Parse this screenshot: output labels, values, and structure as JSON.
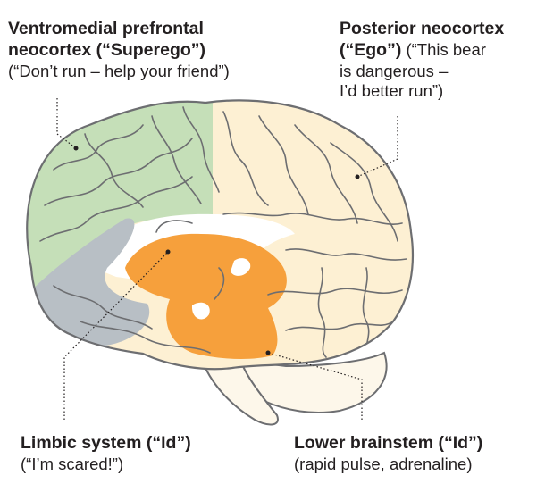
{
  "labels": {
    "vmpfc": {
      "title_line1": "Ventromedial prefrontal",
      "title_line2": "neocortex (“Superego”)",
      "quote": "(“Don’t run – help your friend”)"
    },
    "posterior": {
      "title_line1": "Posterior neocortex",
      "title_line2_bold": "(“Ego”)",
      "quote_line1": " (“This bear",
      "quote_line2": "is dangerous –",
      "quote_line3": "I’d better run”)"
    },
    "limbic": {
      "title": "Limbic system (“Id”)",
      "quote": "(“I’m scared!”)"
    },
    "brainstem": {
      "title": "Lower brainstem (“Id”)",
      "quote": "(rapid pulse, adrenaline)"
    }
  },
  "colors": {
    "superego_green": "#c5dfb8",
    "ego_cream": "#fdf0d3",
    "id_orange": "#f6a03c",
    "gray_region": "#b8bfc5",
    "outline": "#6d6e71"
  }
}
